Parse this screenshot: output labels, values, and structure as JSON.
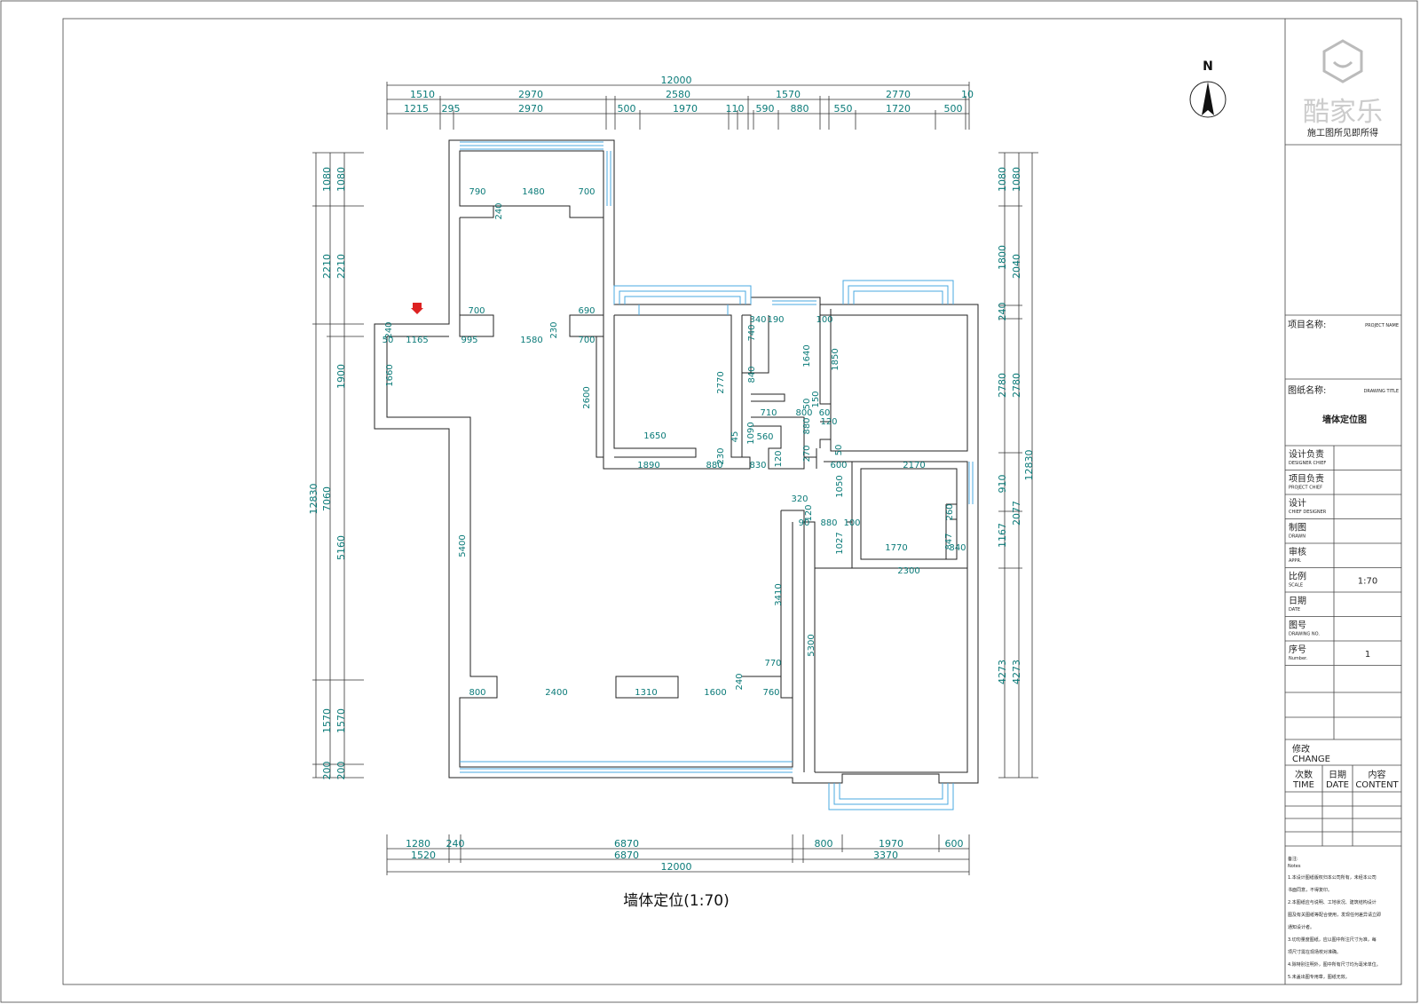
{
  "title": "墙体定位(1:70)",
  "north": "N",
  "brand": {
    "name": "酷家乐",
    "tagline": "施工图所见即所得"
  },
  "top_dims": {
    "total": "12000",
    "row1": [
      "1510",
      "2970",
      "2580",
      "1570",
      "2770",
      "10"
    ],
    "row2": [
      "1215",
      "295",
      "2970",
      "500",
      "1970",
      "110",
      "590",
      "880",
      "550",
      "1720",
      "500"
    ]
  },
  "bottom_dims": {
    "row1": [
      "1280",
      "240",
      "6870",
      "800",
      "1970",
      "600"
    ],
    "row2": [
      "1520",
      "6870",
      "3370"
    ],
    "total": "12000"
  },
  "left_dims": {
    "outer": [
      "1080",
      "2210",
      "7060",
      "1570",
      "200"
    ],
    "inner": [
      "1080",
      "2210",
      "1900",
      "5160",
      "1570",
      "200"
    ],
    "total": "12830"
  },
  "right_dims": {
    "outer": [
      "1080",
      "1800",
      "240",
      "2780",
      "910",
      "1167",
      "4273"
    ],
    "inner": [
      "1080",
      "2040",
      "2780",
      "2077",
      "4273"
    ],
    "total": "12830"
  },
  "interior_dims": [
    "790",
    "1480",
    "700",
    "240",
    "700",
    "690",
    "50",
    "240",
    "1165",
    "995",
    "1580",
    "230",
    "700",
    "1660",
    "2600",
    "2770",
    "1650",
    "1890",
    "880",
    "230",
    "830",
    "120",
    "45",
    "340",
    "190",
    "740",
    "840",
    "100",
    "1640",
    "1850",
    "150",
    "50",
    "60",
    "710",
    "800",
    "120",
    "1090",
    "560",
    "880",
    "270",
    "50",
    "600",
    "2170",
    "1050",
    "320",
    "120",
    "90",
    "880",
    "100",
    "260",
    "847",
    "340",
    "1027",
    "1770",
    "2300",
    "5400",
    "3410",
    "5300",
    "770",
    "240",
    "800",
    "2400",
    "1310",
    "1600",
    "760"
  ],
  "title_block": {
    "project_name": {
      "cn": "项目名称:",
      "en": "PROJECT NAME"
    },
    "drawing_title": {
      "cn": "图纸名称:",
      "en": "DRAWING TITLE"
    },
    "drawing_name": "墙体定位图",
    "rows": [
      {
        "cn": "设计负责",
        "en": "DESIGNER CHIEF",
        "value": ""
      },
      {
        "cn": "项目负责",
        "en": "PROJECT CHIEF",
        "value": ""
      },
      {
        "cn": "设计",
        "en": "CHIEF DESIGNER",
        "value": ""
      },
      {
        "cn": "制图",
        "en": "DRAWN",
        "value": ""
      },
      {
        "cn": "审核",
        "en": "APPR.",
        "value": ""
      },
      {
        "cn": "比例",
        "en": "SCALE",
        "value": "1:70"
      },
      {
        "cn": "日期",
        "en": "DATE",
        "value": ""
      },
      {
        "cn": "图号",
        "en": "DRAWING NO.",
        "value": ""
      },
      {
        "cn": "序号",
        "en": "Number.",
        "value": "1"
      }
    ],
    "change": {
      "cn": "修改",
      "en": "CHANGE"
    },
    "change_cols": [
      {
        "cn": "次数",
        "en": "TIME"
      },
      {
        "cn": "日期",
        "en": "DATE"
      },
      {
        "cn": "内容",
        "en": "CONTENT"
      }
    ],
    "notes_title": {
      "cn": "备注:",
      "en": "Notes"
    },
    "notes": [
      "1.本设计图纸版权归本公司所有，未经本公司",
      "书面同意，不得复印。",
      "2.本图纸应与说明、工地状况、建筑结构设计",
      "图及有关图纸等配合使用，发现任何差异请立即",
      "通知设计者。",
      "3.切勿量度图纸，应以图中所注尺寸为准，每",
      "项尺寸需在现场校对准确。",
      "4.除特别注明外，图中所有尺寸均为毫米单位。",
      "5.未盖出图专用章，图纸无效。"
    ]
  }
}
